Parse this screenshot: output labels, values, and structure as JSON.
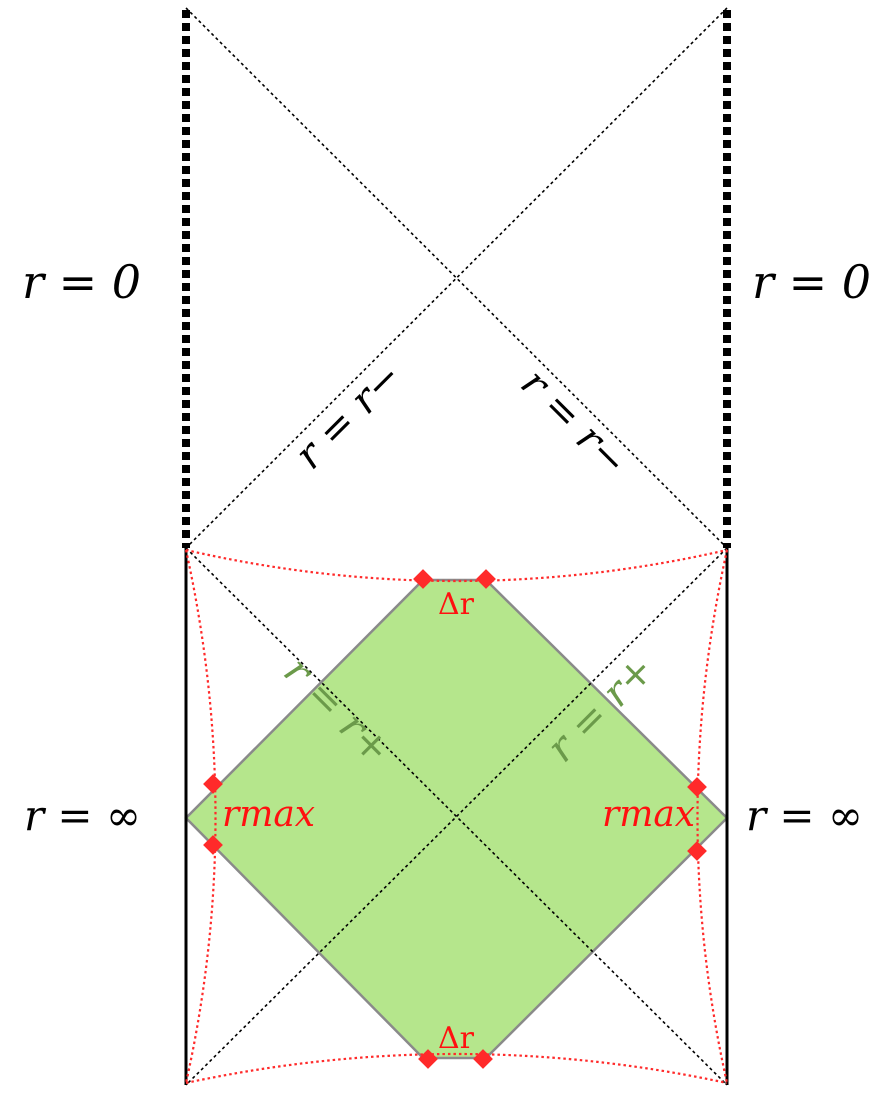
{
  "labels": {
    "left_singularity": "r = 0",
    "right_singularity": "r = 0",
    "inner_horizon_left": "r = r−",
    "inner_horizon_right": "r = r−",
    "outer_horizon_left": "r = r+",
    "outer_horizon_right": "r = r+",
    "boundary_left": "r = ∞",
    "boundary_right": "r = ∞",
    "cutoff_left": "rmax",
    "cutoff_right": "rmax",
    "delta_top": "Δr",
    "delta_bottom": "Δr"
  },
  "colors": {
    "region_fill": "#b5e68c",
    "region_stroke": "#8a8a8a",
    "cutoff_curve": "#ff2a2a",
    "marker": "#ff2a2a",
    "highlight_text": "#ff1010",
    "ink": "#000000",
    "green_label": "#6b9a4a"
  }
}
